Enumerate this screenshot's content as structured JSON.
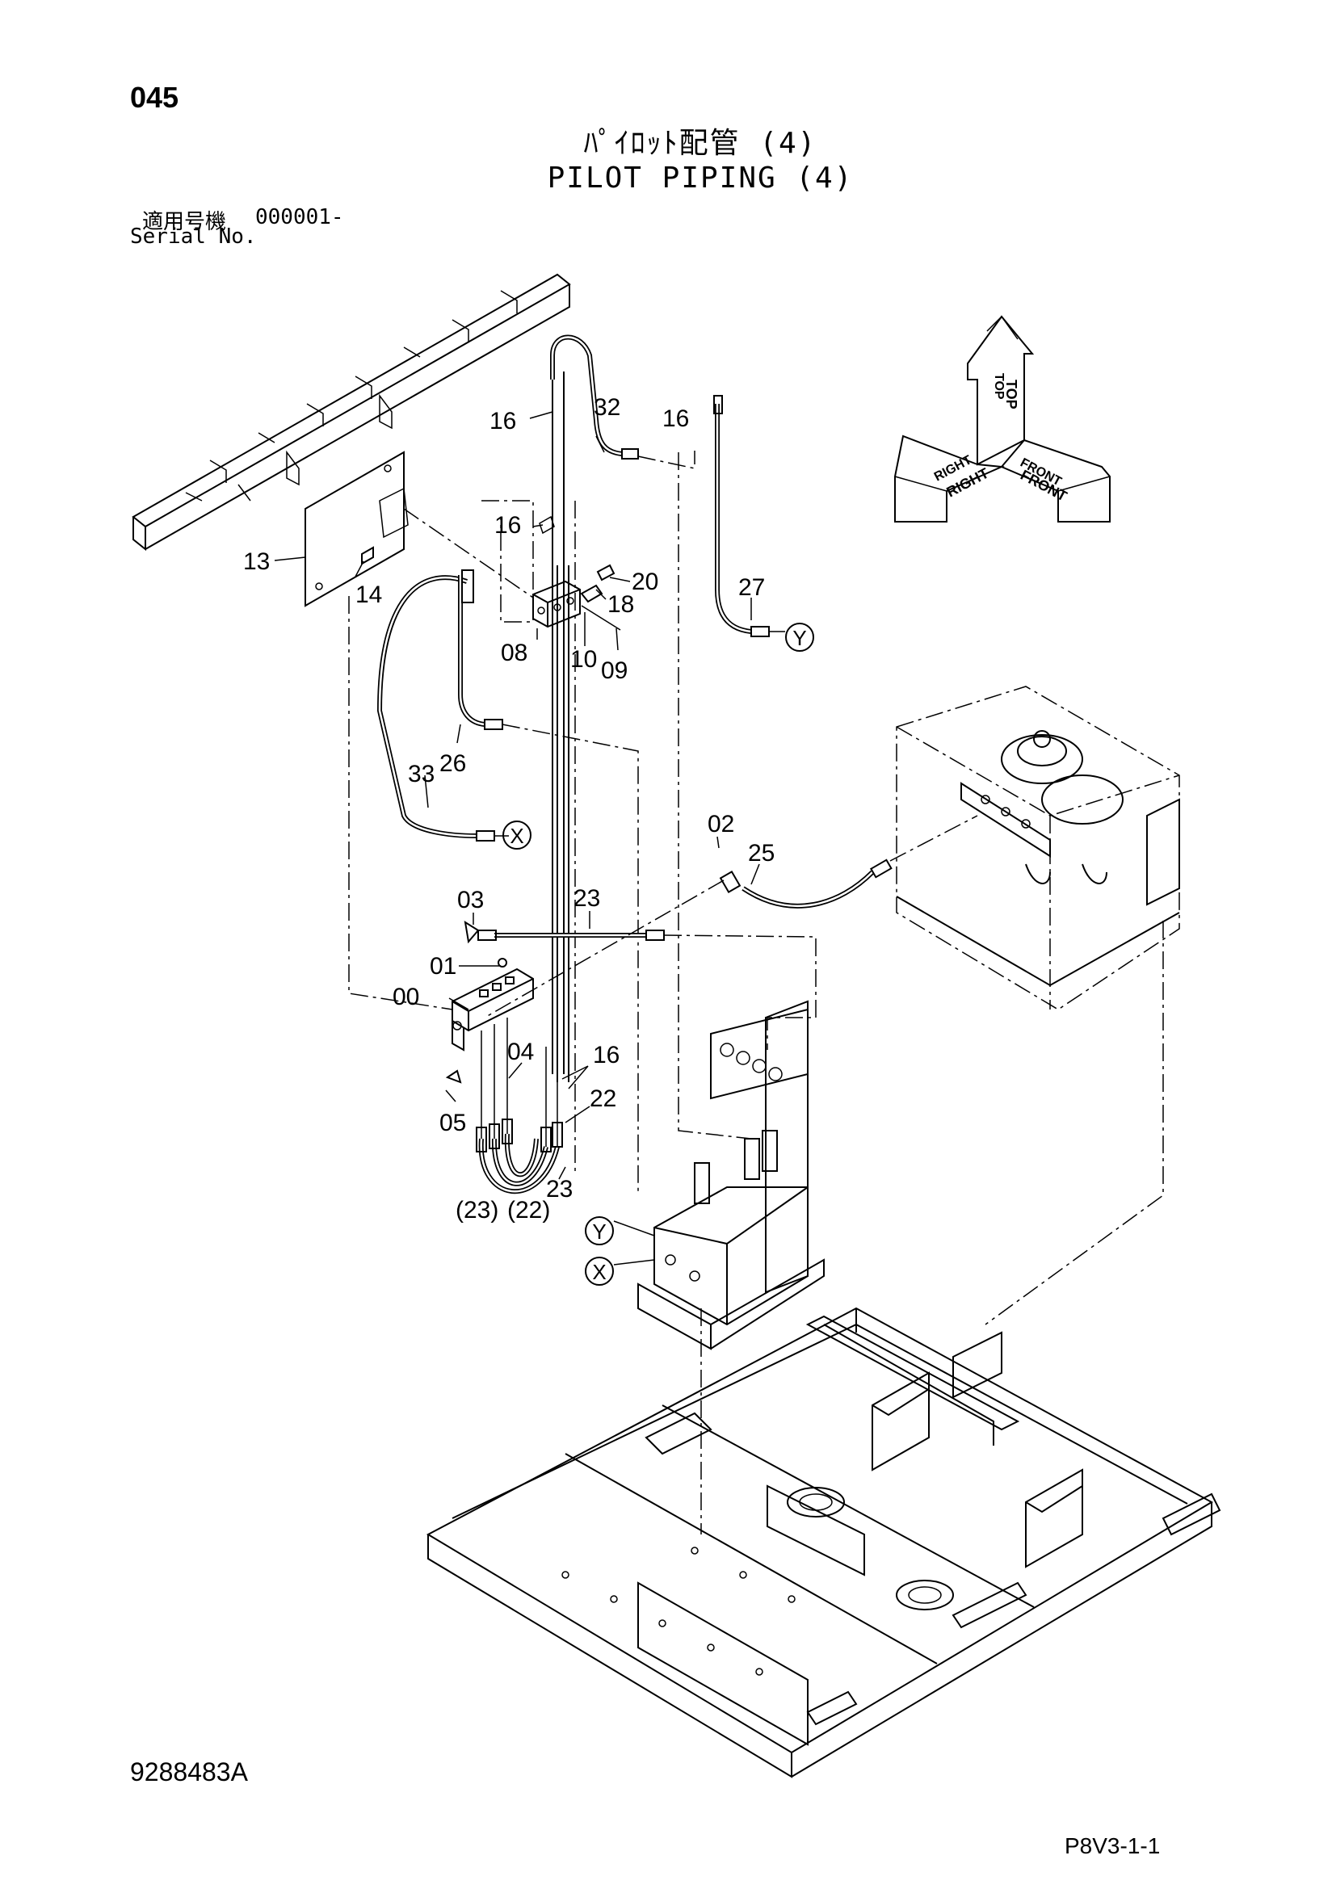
{
  "header": {
    "page_number": "045",
    "title_jp": "ﾊﾟｲﾛｯﾄ配管 (4)",
    "title_en": "PILOT PIPING (4)",
    "serial_label_jp": "適用号機",
    "serial_range": "000001-",
    "serial_label_en": "Serial No."
  },
  "orientation_indicator": {
    "top": "TOP",
    "right": "RIGHT",
    "front": "FRONT"
  },
  "callouts": [
    "16",
    "32",
    "16",
    "16",
    "13",
    "14",
    "20",
    "18",
    "08",
    "10",
    "09",
    "27",
    "33",
    "26",
    "02",
    "25",
    "03",
    "23",
    "01",
    "00",
    "04",
    "16",
    "22",
    "05",
    "23",
    "(23)",
    "(22)"
  ],
  "connectors": [
    "X",
    "Y",
    "Y",
    "X"
  ],
  "footer": {
    "document_number": "9288483A",
    "page_code": "P8V3-1-1"
  }
}
